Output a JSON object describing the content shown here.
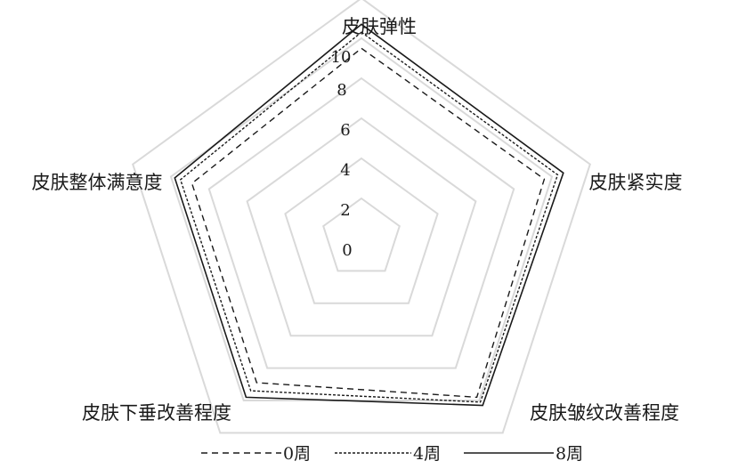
{
  "chart_data": {
    "type": "radar",
    "axes": [
      "皮肤弹性",
      "皮肤紧实度",
      "皮肤皱纹改善程度",
      "皮肤下垂改善程度",
      "皮肤整体满意度"
    ],
    "r_ticks": [
      "0",
      "2",
      "4",
      "6",
      "8",
      "10"
    ],
    "rlim": [
      -2,
      10
    ],
    "grid": true,
    "legend_position": "bottom",
    "series": [
      {
        "name": "0周",
        "values": [
          7.5,
          7.6,
          7.8,
          6.9,
          6.9
        ],
        "line_style": "dashed"
      },
      {
        "name": "4周",
        "values": [
          8.3,
          8.3,
          8.1,
          7.4,
          7.5
        ],
        "line_style": "dotted"
      },
      {
        "name": "8周",
        "values": [
          8.7,
          8.6,
          8.3,
          7.8,
          7.8
        ],
        "line_style": "solid"
      }
    ],
    "colors": {
      "grid": "#d9d9d9",
      "series": "#1a1a1a"
    }
  }
}
